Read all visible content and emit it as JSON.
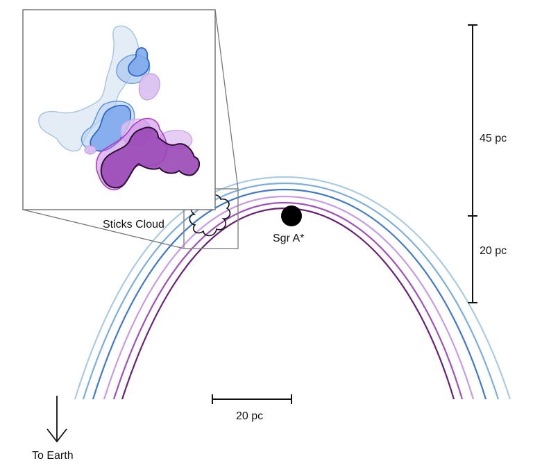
{
  "labels": {
    "sticks_cloud": "Sticks Cloud",
    "sgr_a": "Sgr A*",
    "to_earth": "To Earth",
    "scale_vertical_upper": "45 pc",
    "scale_vertical_lower": "20 pc",
    "scale_horizontal": "20 pc"
  },
  "colors": {
    "light_blue": "#a9cbe6",
    "blue": "#4a86d6",
    "light_purple": "#c79be6",
    "purple": "#9b3fb3",
    "dark_purple": "#6a1f7a",
    "black_hole": "#000000"
  }
}
